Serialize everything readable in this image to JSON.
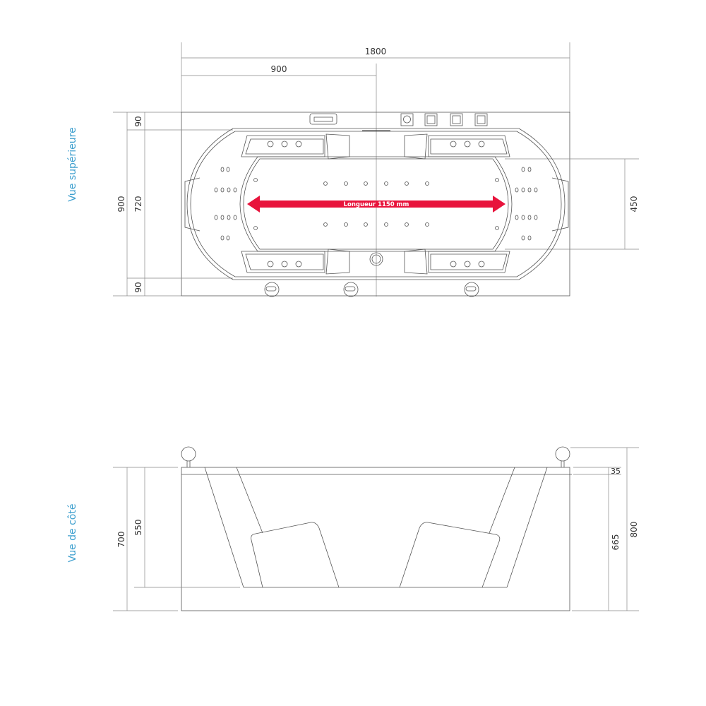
{
  "top_view": {
    "label": "Vue supérieure",
    "dims": {
      "total_length": "1800",
      "half_length": "900",
      "total_width": "900",
      "inner_width": "720",
      "rim_top": "90",
      "rim_bottom": "90",
      "seat_spacing": "450"
    },
    "arrow": {
      "label": "Longueur 1150 mm",
      "color": "#e8143c"
    }
  },
  "side_view": {
    "label": "Vue de côté",
    "dims": {
      "height_total": "700",
      "height_inner": "550",
      "rim": "35",
      "body_height": "665",
      "height_with_headrest": "800"
    }
  },
  "colors": {
    "view_label": "#3fa0cf",
    "line": "#555555"
  }
}
